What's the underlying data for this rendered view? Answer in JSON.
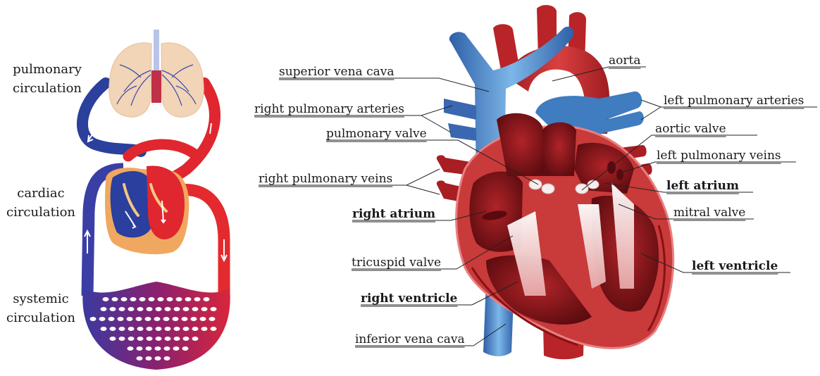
{
  "colors": {
    "arterial": "#d92a2a",
    "arterial_dark": "#8c1418",
    "venous": "#2b3f9c",
    "vena_blue": "#3f7cc0",
    "lung": "#f2d4b6",
    "myocardium": "#c93a3a",
    "pericardium": "#f0a860"
  },
  "left_diagram": {
    "pulmonary": [
      "pulmonary",
      "circulation"
    ],
    "cardiac": [
      "cardiac",
      "circulation"
    ],
    "systemic": [
      "systemic",
      "circulation"
    ]
  },
  "heart_labels": {
    "superior_vena_cava": "superior vena cava",
    "right_pulmonary_arteries": "right pulmonary arteries",
    "pulmonary_valve": "pulmonary valve",
    "right_pulmonary_veins": "right pulmonary veins",
    "right_atrium": "right atrium",
    "tricuspid_valve": "tricuspid valve",
    "right_ventricle": "right ventricle",
    "inferior_vena_cava": "inferior vena cava",
    "aorta": "aorta",
    "left_pulmonary_arteries": "left pulmonary arteries",
    "aortic_valve": "aortic valve",
    "left_pulmonary_veins": "left pulmonary veins",
    "left_atrium": "left atrium",
    "mitral_valve": "mitral valve",
    "left_ventricle": "left ventricle"
  }
}
